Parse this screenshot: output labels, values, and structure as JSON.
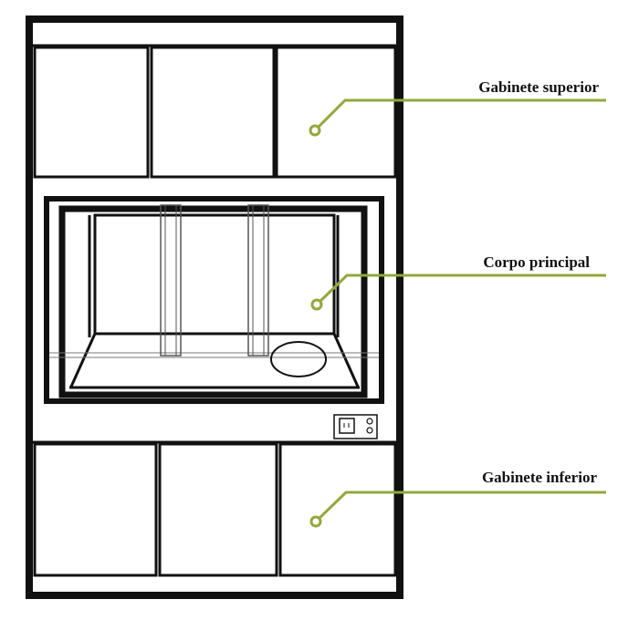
{
  "callouts": {
    "upper_cabinet": "Gabinete superior",
    "main_body": "Corpo principal",
    "lower_cabinet": "Gabinete inferior"
  },
  "colors": {
    "outline": "#111111",
    "callout_line": "#93a83c",
    "background": "#ffffff"
  }
}
